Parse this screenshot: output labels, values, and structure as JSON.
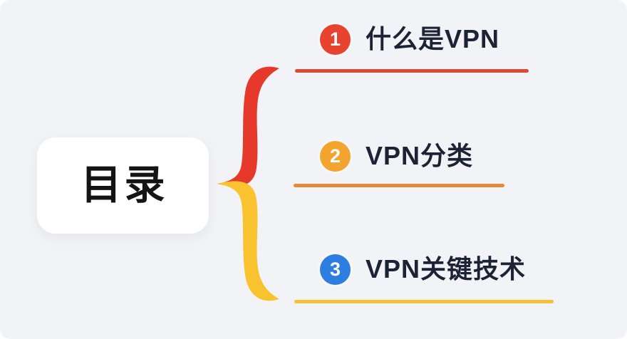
{
  "canvas": {
    "background": "#f2f3f6"
  },
  "toc_card": {
    "label": "目录",
    "background": "#ffffff",
    "text_color": "#141414"
  },
  "brace": {
    "top_color": "#e6392b",
    "bottom_color": "#f9c330"
  },
  "item_text_color": "#1c2334",
  "items": [
    {
      "number": "1",
      "label": "什么是VPN",
      "badge_color": "#e8432e",
      "line_color": "#dc4a34"
    },
    {
      "number": "2",
      "label": "VPN分类",
      "badge_color": "#f3a42e",
      "line_color": "#e58a3a"
    },
    {
      "number": "3",
      "label": "VPN关键技术",
      "badge_color": "#2e7de0",
      "line_color": "#f3c13a"
    }
  ]
}
